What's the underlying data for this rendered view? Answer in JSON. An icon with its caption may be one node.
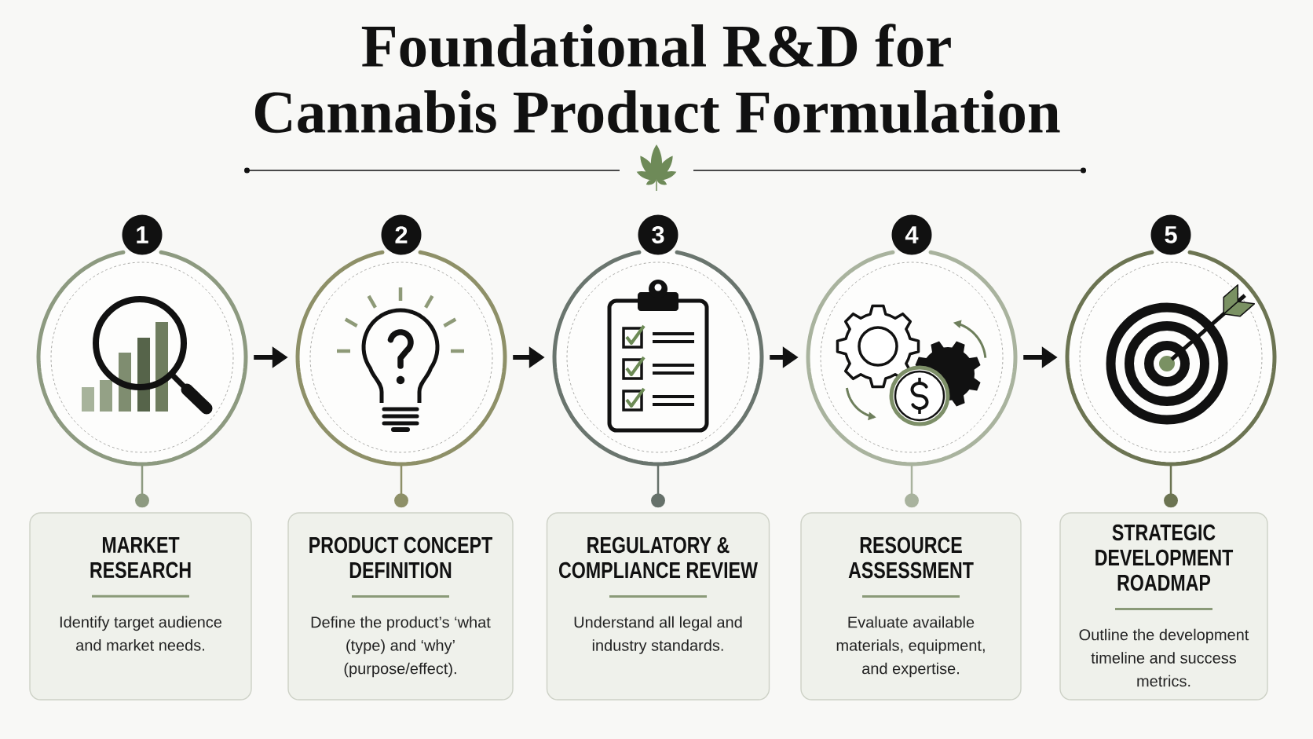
{
  "diagram": {
    "title": "Foundational R&D for Cannabis Product Formulation",
    "nodes": [
      {
        "text": [
          "1"
        ]
      },
      {
        "text": [],
        "shape": "circle"
      },
      {
        "text": [
          "MARKET RESEARCH",
          "Identify target audience and market needs."
        ]
      },
      {
        "text": [
          "2"
        ]
      },
      {
        "text": [],
        "shape": "circle"
      },
      {
        "text": [
          "PRODUCT CONCEPT DEFINITION",
          "Define the product’s ‘what (type) and ‘why’ (purpose/effect)."
        ]
      },
      {
        "text": [
          "3"
        ]
      },
      {
        "text": [],
        "shape": "circle"
      },
      {
        "text": [
          "REGULATORY & COMPLIANCE REVIEW",
          "Understand all legal and industry standards."
        ]
      },
      {
        "text": [
          "4"
        ]
      },
      {
        "text": [],
        "shape": "circle"
      },
      {
        "text": [
          "RESOURCE ASSESSMENT",
          "Evaluate available materials, equipment, and expertise."
        ]
      },
      {
        "text": [
          "5"
        ]
      },
      {
        "text": [],
        "shape": "circle"
      },
      {
        "text": [
          "STRATEGIC DEVELOPMENT ROADMAP",
          "Outline the development timeline and success metrics."
        ]
      }
    ],
    "edges": [
      {
        "from": 1,
        "to": 4,
        "arrow": "to",
        "style": "thick"
      },
      {
        "from": 4,
        "to": 7,
        "arrow": "to",
        "style": "thick"
      },
      {
        "from": 7,
        "to": 10,
        "arrow": "to",
        "style": "thick"
      },
      {
        "from": 10,
        "to": 13,
        "arrow": "to",
        "style": "thick"
      },
      {
        "from": 1,
        "to": 2,
        "arrow": "other",
        "color": "#8d9a80"
      },
      {
        "from": 4,
        "to": 5,
        "arrow": "other",
        "color": "#8e9068"
      },
      {
        "from": 7,
        "to": 8,
        "arrow": "other",
        "color": "#66716a"
      },
      {
        "from": 10,
        "to": 11,
        "arrow": "other",
        "color": "#a9b39e"
      },
      {
        "from": 13,
        "to": 14,
        "arrow": "other",
        "color": "#6c7452"
      }
    ]
  }
}
